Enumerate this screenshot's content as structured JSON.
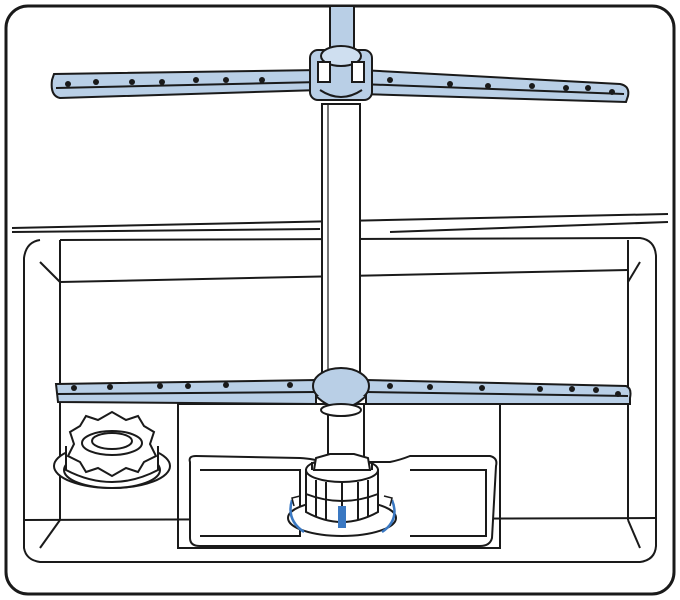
{
  "figure": {
    "kind": "dishwasher-spray-arm-illustration",
    "colors": {
      "outline": "#1a1a1a",
      "arm_fill": "#b9cfe6",
      "arm_fill_light": "#cfdff0",
      "arrow_blue": "#3a78c2",
      "background": "#ffffff"
    },
    "parts": [
      "upper-spray-arm",
      "vertical-supply-tube",
      "lower-spray-arm",
      "rinse-aid-dispenser-cap",
      "filter-assembly",
      "sump",
      "tub-interior"
    ]
  }
}
